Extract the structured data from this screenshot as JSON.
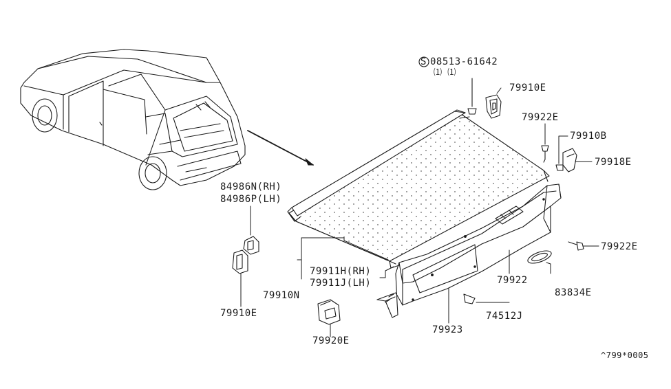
{
  "colors": {
    "ink": "#1a1a1a",
    "background": "#ffffff"
  },
  "icons": {
    "screw_prefix": "circled-s-symbol"
  },
  "labels": {
    "screw_prefix": "S",
    "screw_part": "08513-61642",
    "screw_qty": "⑴ ⑴",
    "p79910E_top": "79910E",
    "p79922E_top": "79922E",
    "p79910B": "79910B",
    "p79918E": "79918E",
    "p84986N": "84986N(RH)",
    "p84986P": "84986P(LH)",
    "p79922E_right": "79922E",
    "p79911H": "79911H(RH)",
    "p79911J": "79911J(LH)",
    "p79922": "79922",
    "p83834E": "83834E",
    "p79910N": "79910N",
    "p79910E_bottom": "79910E",
    "p74512J": "74512J",
    "p79923": "79923",
    "p79920E": "79920E",
    "ref_code": "^799*0005"
  }
}
